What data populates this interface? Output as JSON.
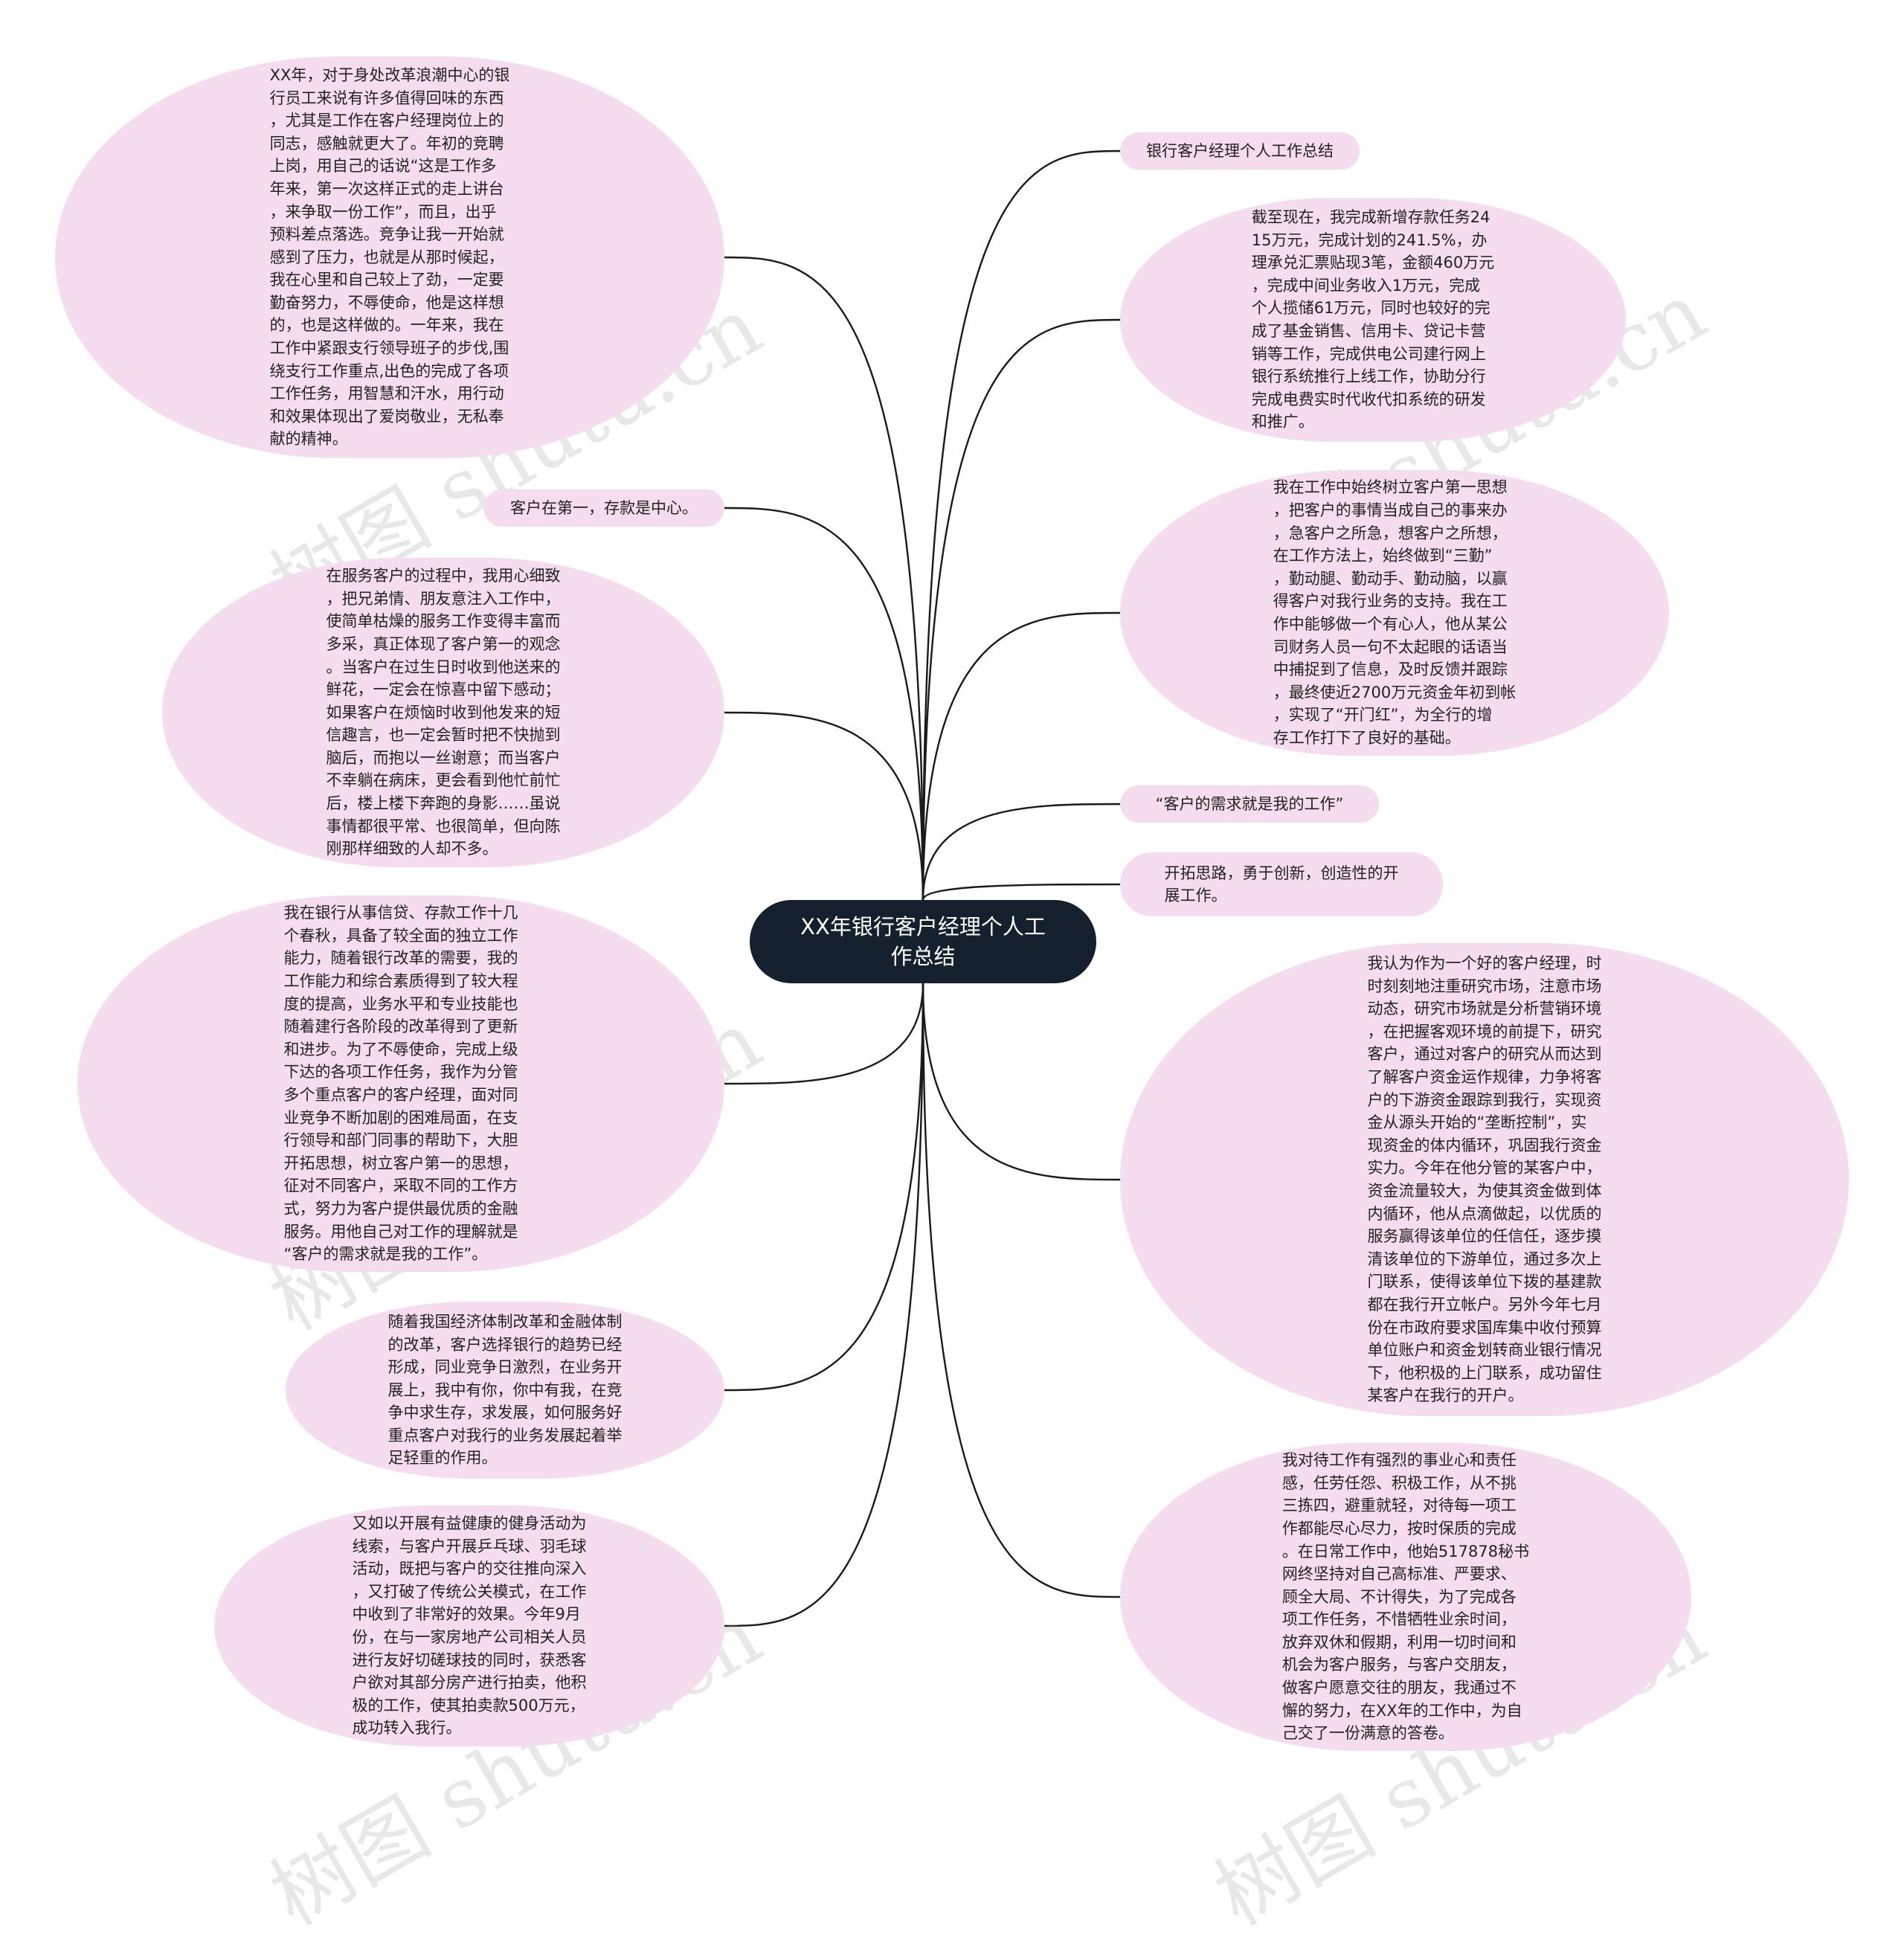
{
  "center": {
    "label": "XX年银行客户经理个人工\n作总结"
  },
  "watermark": "树图 shutu.cn",
  "colors": {
    "node_fill": "#f5dcef",
    "center_fill": "#14202e",
    "link": "#1a1a1a",
    "center_text": "#ffffff"
  },
  "left_nodes": [
    {
      "text": "XX年，对于身处改革浪潮中心的银\n行员工来说有许多值得回味的东西\n，尤其是工作在客户经理岗位上的\n同志，感触就更大了。年初的竞聘\n上岗，用自己的话说“这是工作多\n年来，第一次这样正式的走上讲台\n，来争取一份工作”，而且，出乎\n预料差点落选。竞争让我一开始就\n感到了压力，也就是从那时候起，\n我在心里和自己较上了劲，一定要\n勤奋努力，不辱使命，他是这样想\n的，也是这样做的。一年来，我在\n工作中紧跟支行领导班子的步伐,围\n绕支行工作重点,出色的完成了各项\n工作任务，用智慧和汗水，用行动\n和效果体现出了爱岗敬业，无私奉\n献的精神。"
    },
    {
      "text": "客户在第一，存款是中心。"
    },
    {
      "text": "在服务客户的过程中，我用心细致\n，把兄弟情、朋友意注入工作中，\n使简单枯燥的服务工作变得丰富而\n多采，真正体现了客户第一的观念\n。当客户在过生日时收到他送来的\n鲜花，一定会在惊喜中留下感动；\n如果客户在烦恼时收到他发来的短\n信趣言，也一定会暂时把不快抛到\n脑后，而抱以一丝谢意；而当客户\n不幸躺在病床，更会看到他忙前忙\n后，楼上楼下奔跑的身影……虽说\n事情都很平常、也很简单，但向陈\n刚那样细致的人却不多。"
    },
    {
      "text": "我在银行从事信贷、存款工作十几\n个春秋，具备了较全面的独立工作\n能力，随着银行改革的需要，我的\n工作能力和综合素质得到了较大程\n度的提高，业务水平和专业技能也\n随着建行各阶段的改革得到了更新\n和进步。为了不辱使命，完成上级\n下达的各项工作任务，我作为分管\n多个重点客户的客户经理，面对同\n业竞争不断加剧的困难局面，在支\n行领导和部门同事的帮助下，大胆\n开拓思想，树立客户第一的思想，\n征对不同客户，采取不同的工作方\n式，努力为客户提供最优质的金融\n服务。用他自己对工作的理解就是\n“客户的需求就是我的工作”。"
    },
    {
      "text": "随着我国经济体制改革和金融体制\n的改革，客户选择银行的趋势已经\n形成，同业竞争日激烈，在业务开\n展上，我中有你，你中有我，在竞\n争中求生存，求发展，如何服务好\n重点客户对我行的业务发展起着举\n足轻重的作用。"
    },
    {
      "text": "又如以开展有益健康的健身活动为\n线索，与客户开展乒乓球、羽毛球\n活动，既把与客户的交往推向深入\n，又打破了传统公关模式，在工作\n中收到了非常好的效果。今年9月\n份，在与一家房地产公司相关人员\n进行友好切磋球技的同时，获悉客\n户欲对其部分房产进行拍卖，他积\n极的工作，使其拍卖款500万元，\n成功转入我行。"
    }
  ],
  "right_nodes": [
    {
      "text": "银行客户经理个人工作总结"
    },
    {
      "text": "截至现在，我完成新增存款任务24\n15万元，完成计划的241.5%，办\n理承兑汇票贴现3笔，金额460万元\n，完成中间业务收入1万元，完成\n个人揽储61万元，同时也较好的完\n成了基金销售、信用卡、贷记卡营\n销等工作，完成供电公司建行网上\n银行系统推行上线工作，协助分行\n完成电费实时代收代扣系统的研发\n和推广。"
    },
    {
      "text": "我在工作中始终树立客户第一思想\n，把客户的事情当成自己的事来办\n，急客户之所急，想客户之所想，\n在工作方法上，始终做到“三勤”\n，勤动腿、勤动手、勤动脑，以赢\n得客户对我行业务的支持。我在工\n作中能够做一个有心人，他从某公\n司财务人员一句不太起眼的话语当\n中捕捉到了信息，及时反馈并跟踪\n，最终使近2700万元资金年初到帐\n，实现了“开门红”，为全行的增\n存工作打下了良好的基础。"
    },
    {
      "text": "“客户的需求就是我的工作”"
    },
    {
      "text": "开拓思路，勇于创新，创造性的开\n展工作。"
    },
    {
      "text": "我认为作为一个好的客户经理，时\n时刻刻地注重研究市场，注意市场\n动态，研究市场就是分析营销环境\n，在把握客观环境的前提下，研究\n客户，通过对客户的研究从而达到\n了解客户资金运作规律，力争将客\n户的下游资金跟踪到我行，实现资\n金从源头开始的“垄断控制”，实\n现资金的体内循环，巩固我行资金\n实力。今年在他分管的某客户中，\n资金流量较大，为使其资金做到体\n内循环，他从点滴做起，以优质的\n服务赢得该单位的任信任，逐步摸\n清该单位的下游单位，通过多次上\n门联系，使得该单位下拨的基建款\n都在我行开立帐户。另外今年七月\n份在市政府要求国库集中收付预算\n单位账户和资金划转商业银行情况\n下，他积极的上门联系，成功留住\n某客户在我行的开户。"
    },
    {
      "text": "我对待工作有强烈的事业心和责任\n感，任劳任怨、积极工作，从不挑\n三拣四，避重就轻，对待每一项工\n作都能尽心尽力，按时保质的完成\n。在日常工作中，他始517878秘书\n网终坚持对自己高标准、严要求、\n顾全大局、不计得失，为了完成各\n项工作任务，不惜牺牲业余时间，\n放弃双休和假期，利用一切时间和\n机会为客户服务，与客户交朋友，\n做客户愿意交往的朋友，我通过不\n懈的努力，在XX年的工作中，为自\n己交了一份满意的答卷。"
    }
  ]
}
